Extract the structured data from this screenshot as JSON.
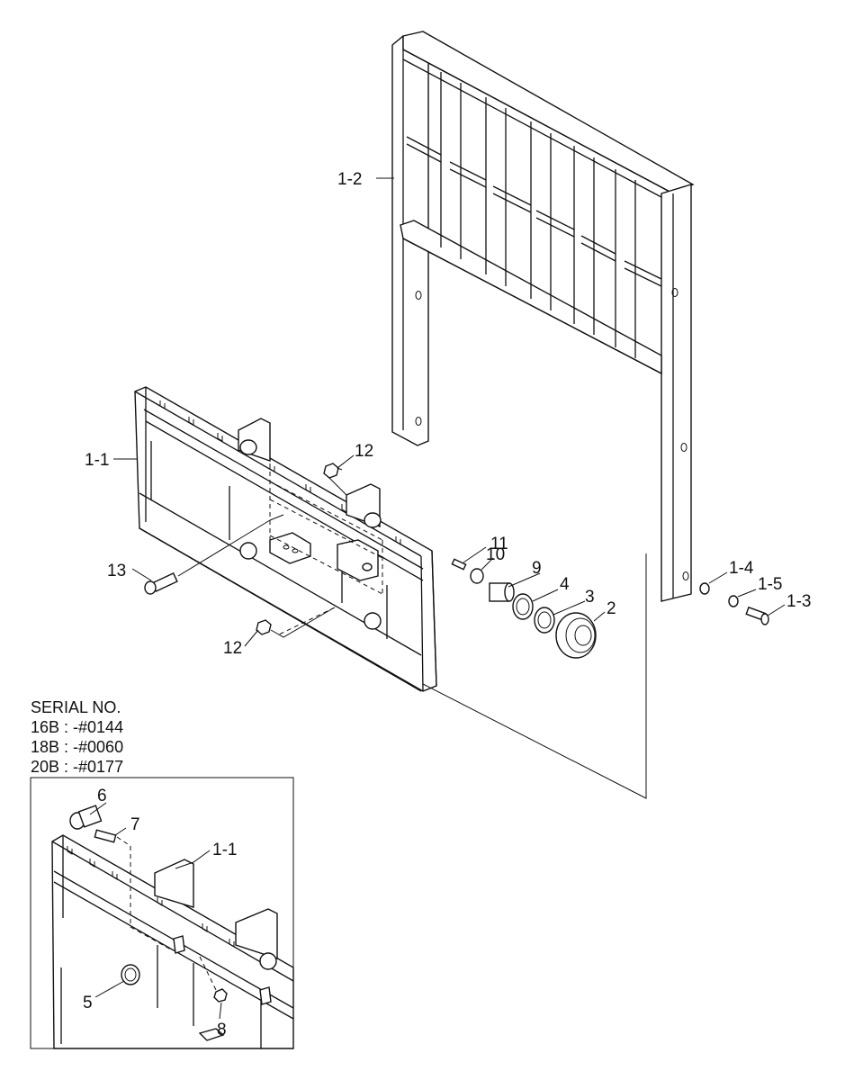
{
  "serial": {
    "heading": "SERIAL NO.",
    "lines": [
      "16B : -#0144",
      "18B : -#0060",
      "20B : -#0177"
    ]
  },
  "callouts": {
    "mast_frame": "1-2",
    "carriage": "1-1",
    "bolt_1_3": "1-3",
    "washer_1_4": "1-4",
    "washer_1_5": "1-5",
    "roller": "2",
    "shim_3": "3",
    "shim_4": "4",
    "spacer_9": "9",
    "snap_ring_10": "10",
    "grease_fitting_11": "11",
    "nut_12_top": "12",
    "nut_12_bottom": "12",
    "bolt_13": "13",
    "inset_carriage": "1-1",
    "inset_part_5": "5",
    "inset_part_6": "6",
    "inset_part_7": "7",
    "inset_part_8": "8"
  }
}
